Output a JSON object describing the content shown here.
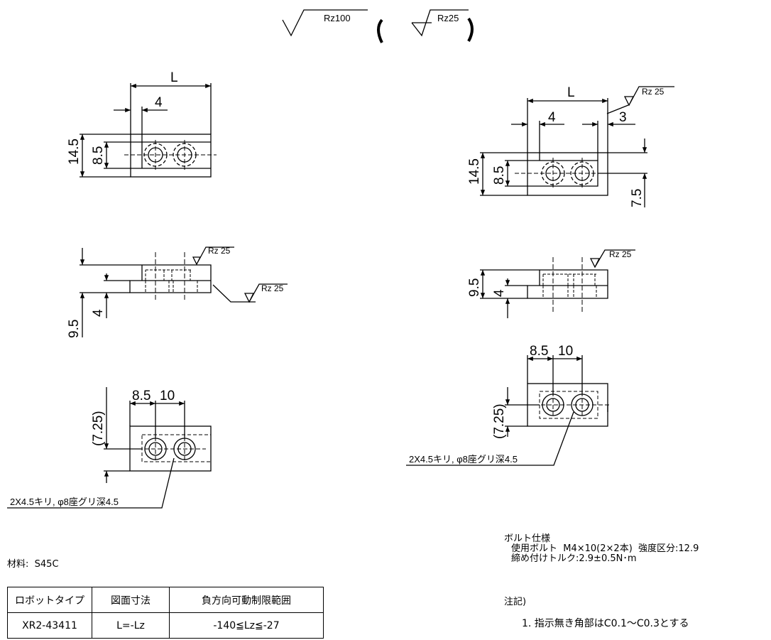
{
  "surface": {
    "general": "Rz100",
    "secondary": "Rz25",
    "local": "Rz 25"
  },
  "left_top": {
    "L": "L",
    "d4": "4",
    "d14_5": "14.5",
    "d8_5": "8.5"
  },
  "left_side": {
    "d9_5": "9.5",
    "d4": "4"
  },
  "left_bottom": {
    "d8_5": "8.5",
    "d10": "10",
    "d7_25": "(7.25)",
    "hole_note": "2X4.5キリ, φ8座グリ深4.5"
  },
  "right_top": {
    "L": "L",
    "d4": "4",
    "d3": "3",
    "d14_5": "14.5",
    "d8_5": "8.5",
    "d7_5": "7.5"
  },
  "right_side": {
    "d9_5": "9.5",
    "d4": "4"
  },
  "right_bottom": {
    "d8_5": "8.5",
    "d10": "10",
    "d7_25": "(7.25)",
    "hole_note": "2X4.5キリ, φ8座グリ深4.5"
  },
  "material": "材料:  S45C",
  "table": {
    "headers": [
      "ロボットタイプ",
      "図面寸法",
      "負方向可動制限範囲"
    ],
    "rows": [
      [
        "XR2-43411",
        "L=-Lz",
        "-140≦Lz≦-27"
      ]
    ]
  },
  "bolt_spec": {
    "title": "ボルト仕様",
    "line1": "使用ボルト  M4×10(2×2本)  強度区分:12.9",
    "line2": "締め付けトルク:2.9±0.5N･m"
  },
  "notes": {
    "title": "注記)",
    "item1": "1. 指示無き角部はC0.1～C0.3とする"
  }
}
